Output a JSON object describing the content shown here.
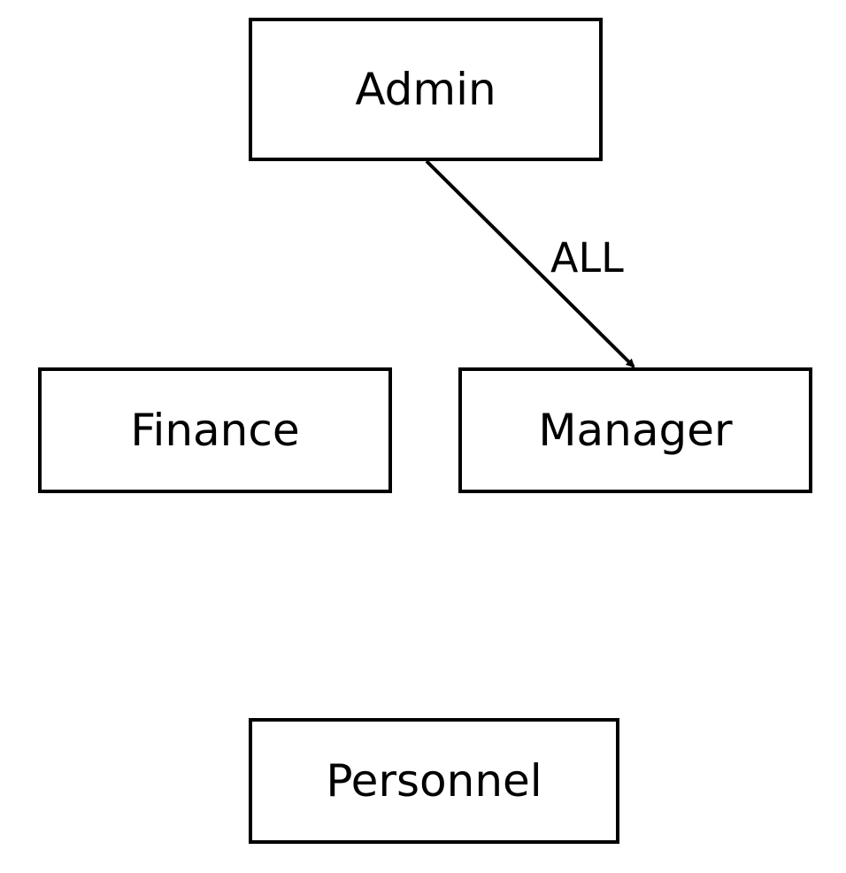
{
  "diagram": {
    "nodes": [
      {
        "id": "admin",
        "label": "Admin"
      },
      {
        "id": "finance",
        "label": "Finance"
      },
      {
        "id": "manager",
        "label": "Manager"
      },
      {
        "id": "personnel",
        "label": "Personnel"
      }
    ],
    "edges": [
      {
        "from": "admin",
        "to": "manager",
        "label": "ALL"
      }
    ]
  },
  "colors": {
    "stroke": "#000000",
    "background": "#ffffff"
  }
}
